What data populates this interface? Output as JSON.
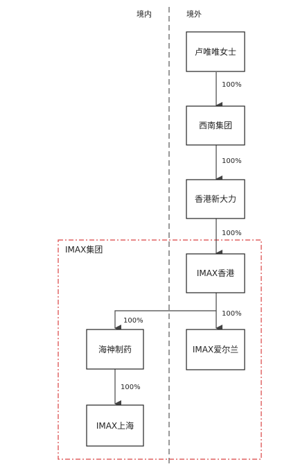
{
  "regions": {
    "domestic": "境内",
    "overseas": "境外"
  },
  "group": {
    "label": "IMAX集团"
  },
  "nodes": {
    "lu_weiwei": "卢唯唯女士",
    "southwest_group": "西南集团",
    "hk_xindali": "香港新大力",
    "imax_hk": "IMAX香港",
    "imax_ireland": "IMAX爱尔兰",
    "haishen_pharma": "海神制药",
    "imax_shanghai": "IMAX上海"
  },
  "edges": {
    "e1": "100%",
    "e2": "100%",
    "e3": "100%",
    "e4": "100%",
    "e5": "100%",
    "e6": "100%"
  },
  "colors": {
    "node_border": "#222222",
    "arrow": "#444444",
    "divider": "#555555",
    "group_border": "#d94040",
    "text": "#222222"
  }
}
